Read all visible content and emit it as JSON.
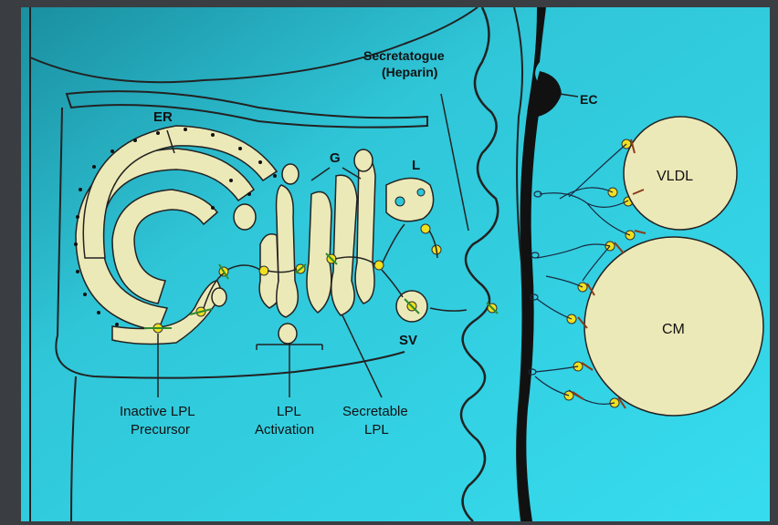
{
  "labels": {
    "er": "ER",
    "g": "G",
    "l": "L",
    "sv": "SV",
    "ec": "EC",
    "secretagogue_line1": "Secretatogue",
    "secretagogue_line2": "(Heparin)",
    "vldl": "VLDL",
    "cm": "CM",
    "inactive_line1": "Inactive LPL",
    "inactive_line2": "Precursor",
    "activation_line1": "LPL",
    "activation_line2": "Activation",
    "secretable_line1": "Secretable",
    "secretable_line2": "LPL"
  },
  "colors": {
    "cytoplasm": "#2fd6e6",
    "cytoplasm_dark": "#1a8fa0",
    "organelle": "#ece9b8",
    "outline": "#222222",
    "lpl_dot": "#f0e020",
    "lpl_stem": "#2e8b2e",
    "frame_bg": "#3a3d42"
  }
}
